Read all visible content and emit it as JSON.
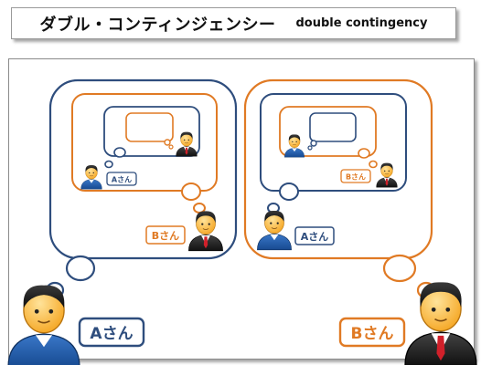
{
  "title": {
    "main": "ダブル・コンティンジェンシー",
    "sub": "double contingency"
  },
  "labels": {
    "a": "Aさん",
    "b": "Bさん"
  },
  "colors": {
    "blue": "#2e4d7d",
    "orange": "#e07a24"
  },
  "icons": [
    "person-icon",
    "thought-bubble-icon"
  ]
}
